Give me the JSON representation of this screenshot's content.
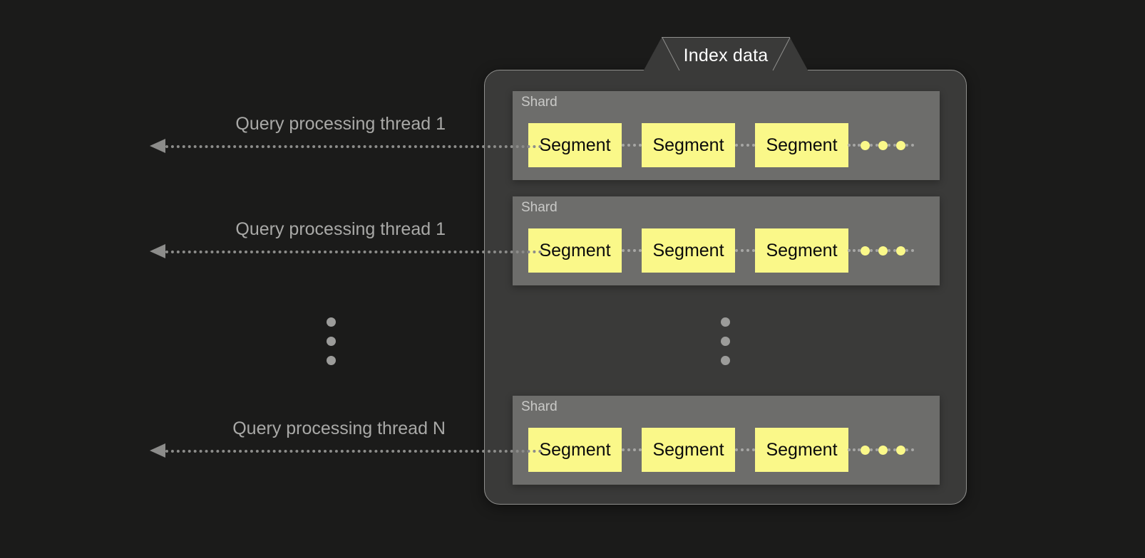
{
  "diagram": {
    "title": "Index data",
    "background_color": "#1b1b1a",
    "container_color": "#3a3a39",
    "shard_color": "#6d6d6b",
    "segment_color": "#faf889",
    "segment_text_color": "#0b0b0b",
    "label_color": "#a9a9a7",
    "arrow_color": "#8c8c8a",
    "ellipsis_dot_color": "#9c9c9a"
  },
  "threads": [
    {
      "label": "Query processing thread 1"
    },
    {
      "label": "Query processing thread 1"
    },
    {
      "label": "Query processing thread N"
    }
  ],
  "shards": [
    {
      "label": "Shard",
      "segments": [
        {
          "label": "Segment"
        },
        {
          "label": "Segment"
        },
        {
          "label": "Segment"
        }
      ],
      "more_indicator": "three-yellow-dots"
    },
    {
      "label": "Shard",
      "segments": [
        {
          "label": "Segment"
        },
        {
          "label": "Segment"
        },
        {
          "label": "Segment"
        }
      ],
      "more_indicator": "three-yellow-dots"
    },
    {
      "label": "Shard",
      "segments": [
        {
          "label": "Segment"
        },
        {
          "label": "Segment"
        },
        {
          "label": "Segment"
        }
      ],
      "more_indicator": "three-yellow-dots"
    }
  ],
  "ellipsis": {
    "threads_more": "vertical-ellipsis",
    "shards_more": "vertical-ellipsis"
  }
}
